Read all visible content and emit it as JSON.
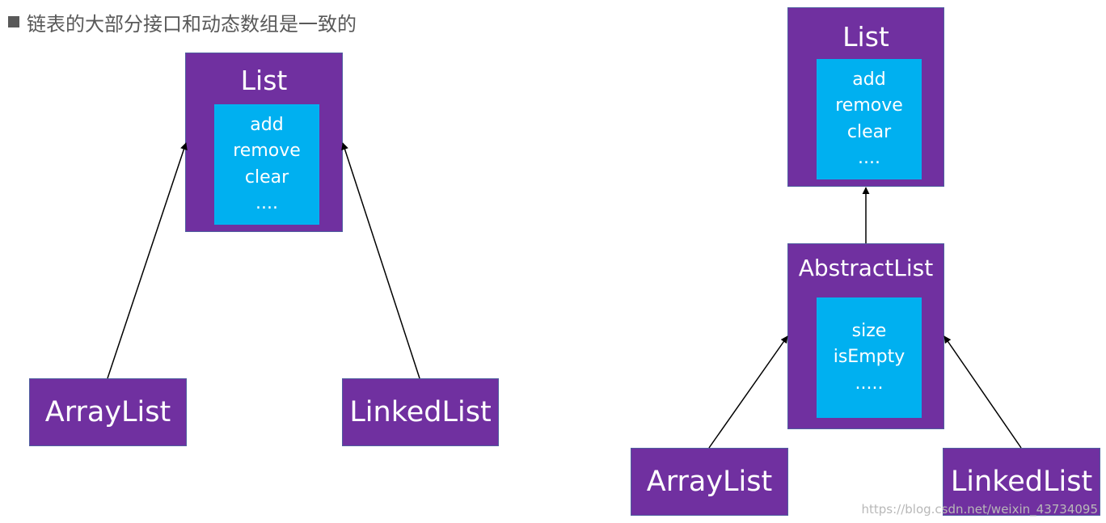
{
  "heading": {
    "text": "链表的大部分接口和动态数组是一致的"
  },
  "left_diagram": {
    "list": {
      "title": "List",
      "methods": [
        "add",
        "remove",
        "clear",
        "...."
      ]
    },
    "arraylist": {
      "title": "ArrayList"
    },
    "linkedlist": {
      "title": "LinkedList"
    }
  },
  "right_diagram": {
    "list": {
      "title": "List",
      "methods": [
        "add",
        "remove",
        "clear",
        "...."
      ]
    },
    "abstractlist": {
      "title": "AbstractList",
      "methods": [
        "size",
        "isEmpty",
        "....."
      ]
    },
    "arraylist": {
      "title": "ArrayList"
    },
    "linkedlist": {
      "title": "LinkedList"
    }
  },
  "colors": {
    "node_fill": "#7030a0",
    "methods_fill": "#00b0f0",
    "arrow": "#000000"
  },
  "watermark": "https://blog.csdn.net/weixin_43734095"
}
